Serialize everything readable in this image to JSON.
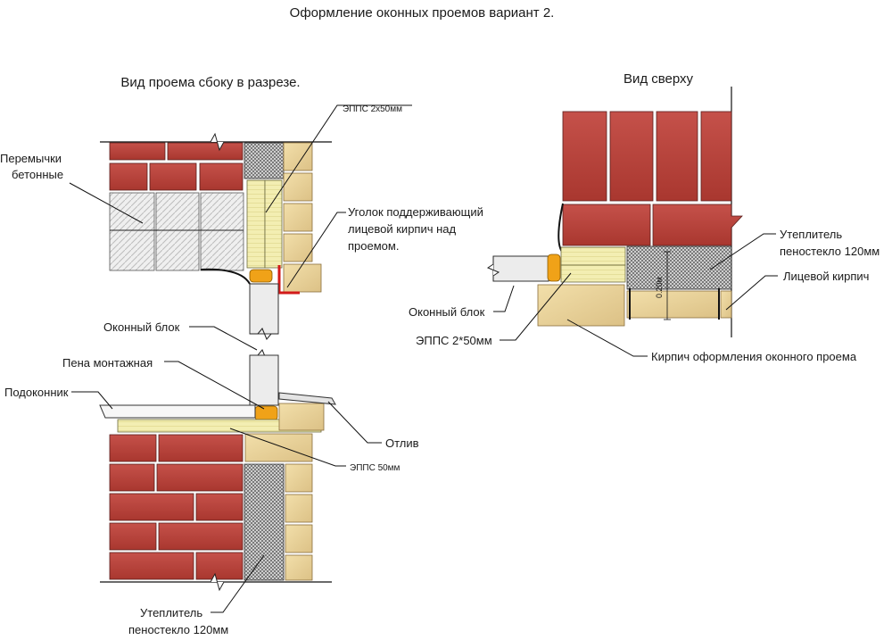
{
  "title": "Оформление оконных проемов вариант 2.",
  "section_view_title": "Вид проема сбоку в разрезе.",
  "top_view_title": "Вид сверху",
  "labels": {
    "lintels_line1": "Перемычки",
    "lintels_line2": "бетонные",
    "xps_2x50": "ЭППС 2х50мм",
    "angle_line1": "Уголок поддерживающий",
    "angle_line2": "лицевой кирпич над",
    "angle_line3": "проемом.",
    "window_block_side": "Оконный блок",
    "mounting_foam": "Пена монтажная",
    "windowsill": "Подоконник",
    "drip": "Отлив",
    "xps_50": "ЭППС 50мм",
    "insulation_bottom_line1": "Утеплитель",
    "insulation_bottom_line2": "пеностекло 120мм",
    "insulation_top_line1": "Утеплитель",
    "insulation_top_line2": "пеностекло 120мм",
    "face_brick": "Лицевой кирпич",
    "window_block_top": "Оконный блок",
    "xps_2x50_top": "ЭППС 2*50мм",
    "reveal_brick": "Кирпич оформления оконного проема",
    "dimension": "0.20м"
  },
  "colors": {
    "clay_brick": "#b9433c",
    "face_brick": "#e9d49a",
    "xps": "#f3eeb2",
    "mounting_foam": "#f0a218",
    "support_angle": "#d21a1a"
  }
}
